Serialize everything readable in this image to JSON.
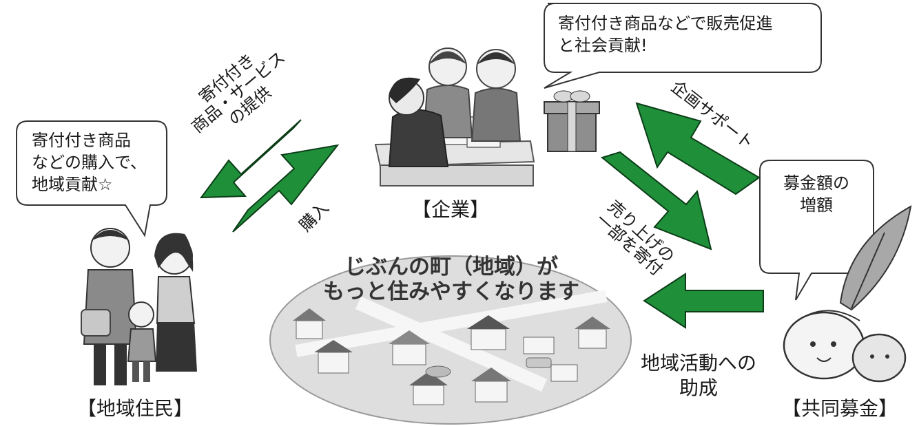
{
  "bubbles": {
    "company": [
      "寄付付き商品などで販売促進",
      "と社会貢献!"
    ],
    "residents": [
      "寄付付き商品",
      "などの購入で、",
      "地域貢献☆"
    ],
    "fund": [
      "募金額の",
      "増額"
    ]
  },
  "labels": {
    "company": "【企業】",
    "residents": "【地域住民】",
    "fund": "【共同募金】"
  },
  "arrows": {
    "provide": [
      "寄付付き",
      "商品・サービス",
      "の提供"
    ],
    "purchase": "購入",
    "planning_support": "企画サポート",
    "donate_part": [
      "売り上げの",
      "一部を寄付"
    ],
    "grant": [
      "地域活動への",
      "助成"
    ]
  },
  "town": {
    "line1": "じぶんの町（地域）が",
    "line2": "もっと住みやすくなります"
  },
  "colors": {
    "arrow": "#1f8f3a",
    "arrow_stroke": "#0b3d17"
  }
}
